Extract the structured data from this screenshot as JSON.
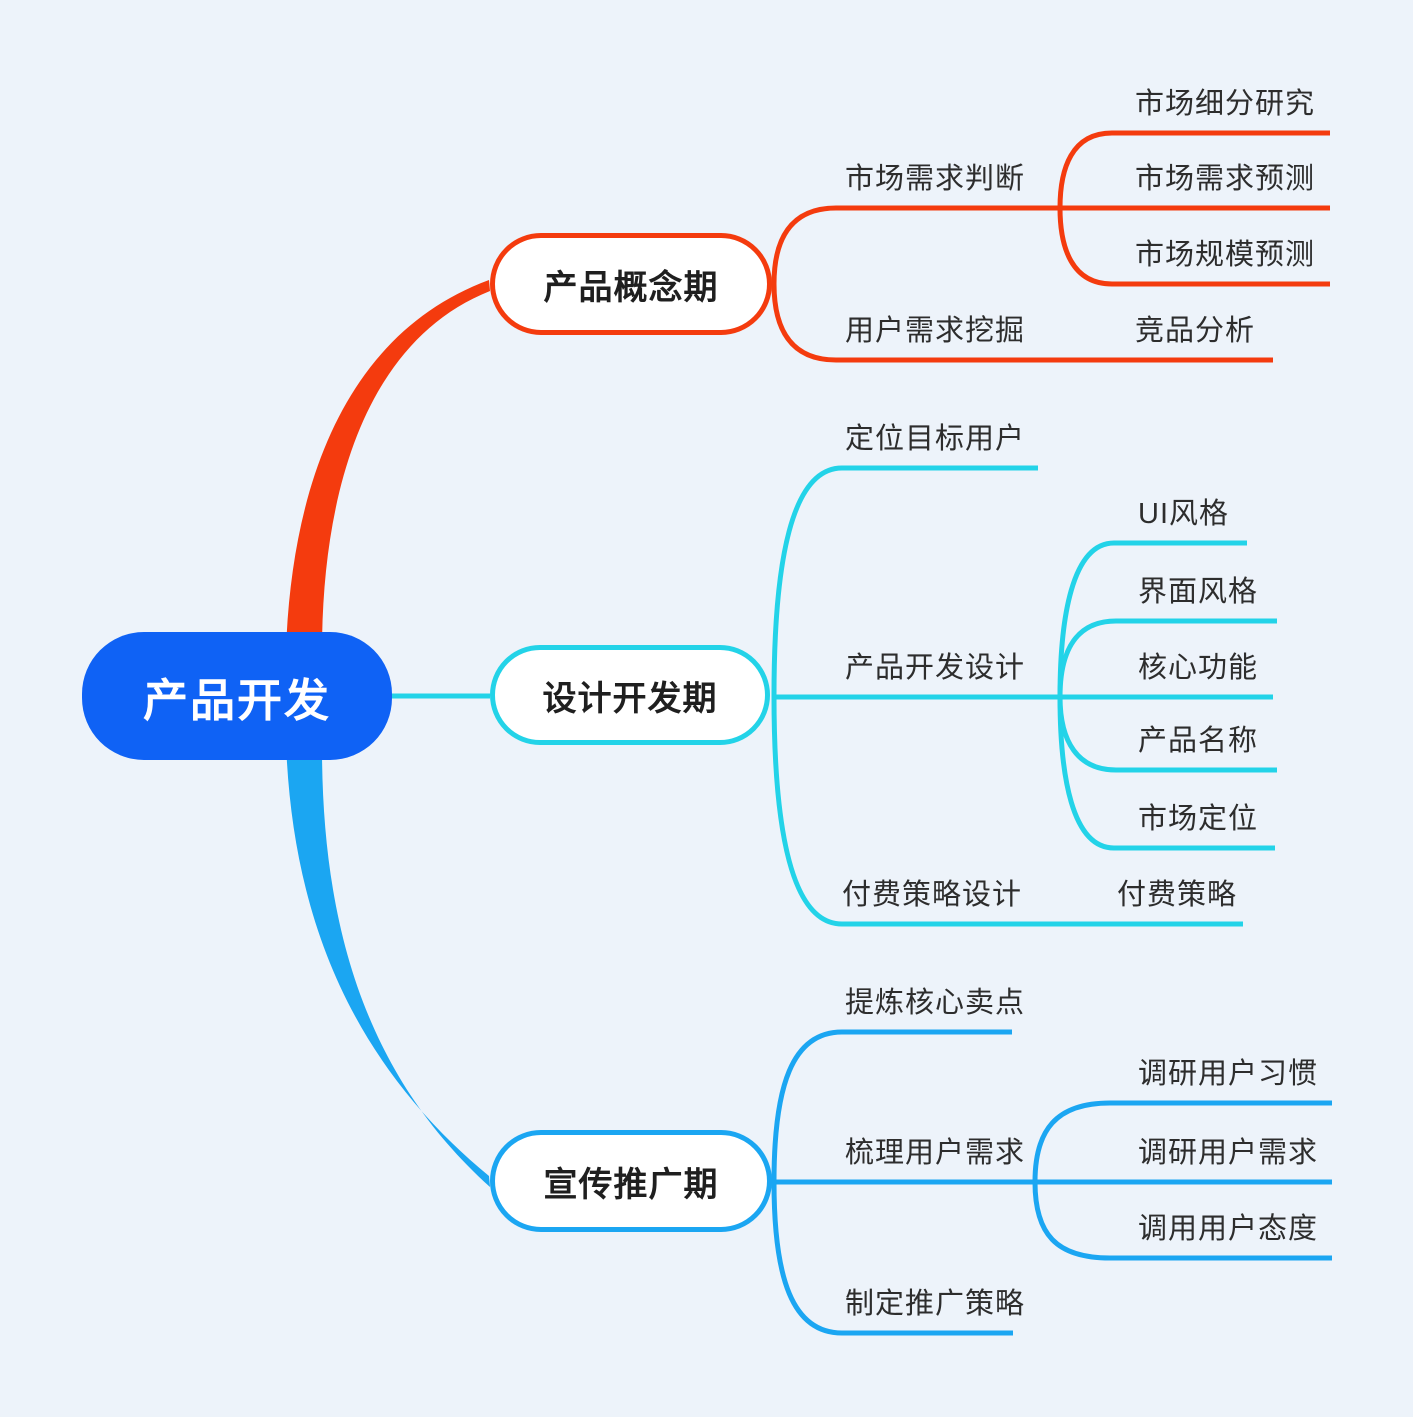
{
  "canvas": {
    "background": "#EDF3FA"
  },
  "root": {
    "label": "产品开发",
    "fill_color": "#0F62F5",
    "text_color": "#FFFFFF"
  },
  "branches": [
    {
      "label": "产品概念期",
      "color": "#F43B0E",
      "children": [
        {
          "label": "市场需求判断",
          "children": [
            "市场细分研究",
            "市场需求预测",
            "市场规模预测"
          ]
        },
        {
          "label": "用户需求挖掘",
          "children": [
            "竞品分析"
          ]
        }
      ]
    },
    {
      "label": "设计开发期",
      "color": "#23D3E8",
      "children": [
        {
          "label": "定位目标用户",
          "children": []
        },
        {
          "label": "产品开发设计",
          "children": [
            "UI风格",
            "界面风格",
            "核心功能",
            "产品名称",
            "市场定位"
          ]
        },
        {
          "label": "付费策略设计",
          "children": [
            "付费策略"
          ]
        }
      ]
    },
    {
      "label": "宣传推广期",
      "color": "#1BA6F2",
      "children": [
        {
          "label": "提炼核心卖点",
          "children": []
        },
        {
          "label": "梳理用户需求",
          "children": [
            "调研用户习惯",
            "调研用户需求",
            "调用用户态度"
          ]
        },
        {
          "label": "制定推广策略",
          "children": []
        }
      ]
    }
  ]
}
